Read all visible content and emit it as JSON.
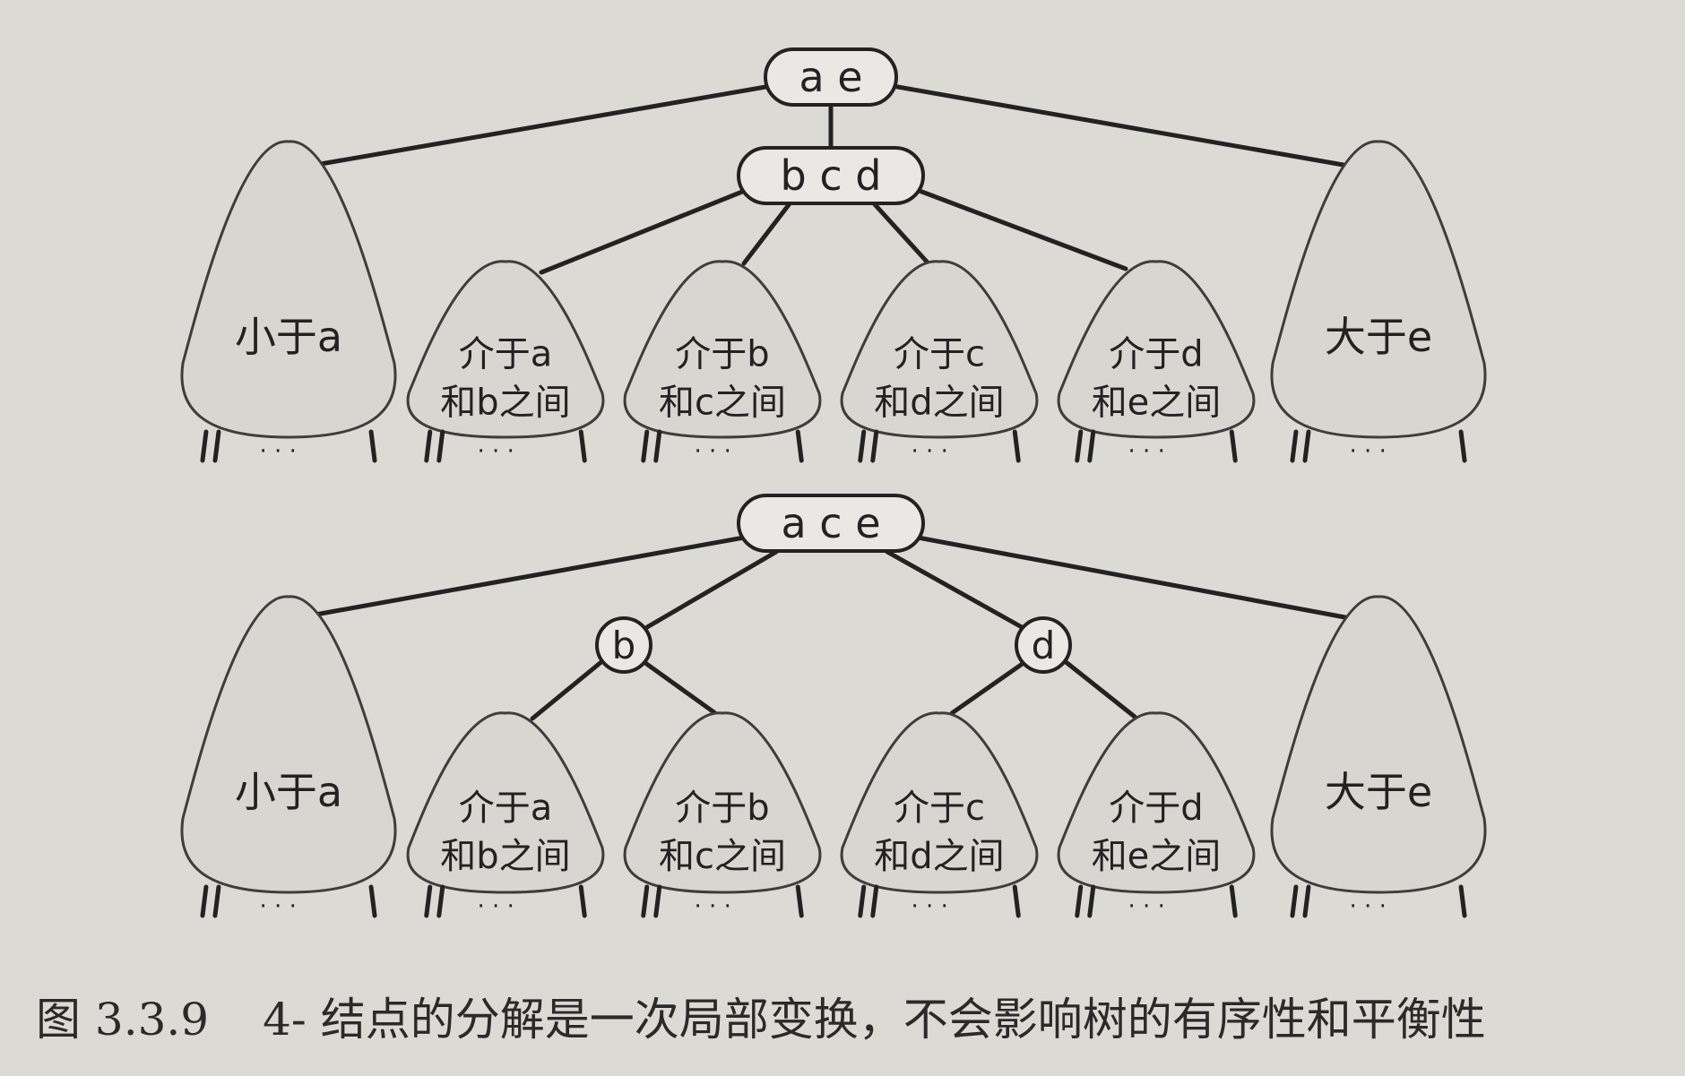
{
  "figure": {
    "top_tree": {
      "root": "a e",
      "child": "b c d",
      "subtrees": [
        {
          "lines": [
            "小于a"
          ]
        },
        {
          "lines": [
            "介于a",
            "和b之间"
          ]
        },
        {
          "lines": [
            "介于b",
            "和c之间"
          ]
        },
        {
          "lines": [
            "介于c",
            "和d之间"
          ]
        },
        {
          "lines": [
            "介于d",
            "和e之间"
          ]
        },
        {
          "lines": [
            "大于e"
          ]
        }
      ],
      "leaf_marker": "· · ·"
    },
    "bottom_tree": {
      "root": "a c e",
      "left_node": "b",
      "right_node": "d",
      "subtrees": [
        {
          "lines": [
            "小于a"
          ]
        },
        {
          "lines": [
            "介于a",
            "和b之间"
          ]
        },
        {
          "lines": [
            "介于b",
            "和c之间"
          ]
        },
        {
          "lines": [
            "介于c",
            "和d之间"
          ]
        },
        {
          "lines": [
            "介于d",
            "和e之间"
          ]
        },
        {
          "lines": [
            "大于e"
          ]
        }
      ],
      "leaf_marker": "· · ·"
    }
  },
  "caption": {
    "number": "图 3.3.9",
    "text": "4- 结点的分解是一次局部变换，不会影响树的有序性和平衡性"
  }
}
